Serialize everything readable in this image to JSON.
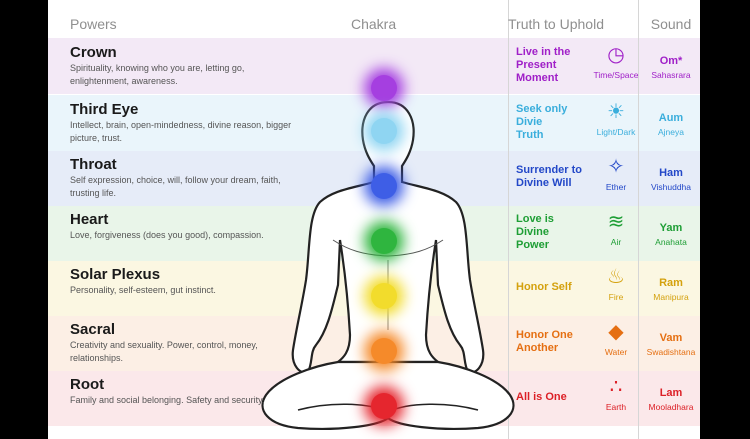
{
  "headers": {
    "powers": "Powers",
    "chakra": "Chakra",
    "truth": "Truth to Uphold",
    "sound": "Sound"
  },
  "chakras": [
    {
      "name": "Crown",
      "description": "Spirituality, knowing who you are, letting go, enlightenment, awareness.",
      "truth_lines": [
        "Live in the",
        "Present",
        "Moment"
      ],
      "element": "Time/Space",
      "icon": "clock-moon-icon",
      "sound": "Om*",
      "sanskrit": "Sahasrara",
      "color": "#a53fe0",
      "text_color": "#a020c8",
      "band": "#f3e9f6"
    },
    {
      "name": "Third Eye",
      "description": "Intellect, brain, open-mindedness, divine reason, bigger picture, trust.",
      "truth_lines": [
        "Seek only",
        "Divie",
        "Truth"
      ],
      "element": "Light/Dark",
      "icon": "sun-icon",
      "sound": "Aum",
      "sanskrit": "Ajneya",
      "color": "#8fd5f2",
      "text_color": "#3aaedc",
      "band": "#eaf5fb"
    },
    {
      "name": "Throat",
      "description": "Self expression, choice, will, follow your dream, faith, trusting life.",
      "truth_lines": [
        "Surrender to",
        "Divine Will"
      ],
      "element": "Ether",
      "icon": "ether-figure-icon",
      "sound": "Ham",
      "sanskrit": "Vishuddha",
      "color": "#3e5ee6",
      "text_color": "#2348c8",
      "band": "#e6ecf8"
    },
    {
      "name": "Heart",
      "description": "Love, forgiveness (does you good), compassion.",
      "truth_lines": [
        "Love is",
        "Divine",
        "Power"
      ],
      "element": "Air",
      "icon": "wind-icon",
      "sound": "Yam",
      "sanskrit": "Anahata",
      "color": "#2fb53f",
      "text_color": "#1e9e35",
      "band": "#e9f5e9"
    },
    {
      "name": "Solar Plexus",
      "description": "Personality, self-esteem, gut instinct.",
      "truth_lines": [
        "Honor Self"
      ],
      "element": "Fire",
      "icon": "flame-icon",
      "sound": "Ram",
      "sanskrit": "Manipura",
      "color": "#f2dc2c",
      "text_color": "#d4a10d",
      "band": "#fbf7e2"
    },
    {
      "name": "Sacral",
      "description": "Creativity and sexuality. Power, control, money, relationships.",
      "truth_lines": [
        "Honor One",
        "Another"
      ],
      "element": "Water",
      "icon": "water-drops-icon",
      "sound": "Vam",
      "sanskrit": "Swadishtana",
      "color": "#f58a2a",
      "text_color": "#e56f12",
      "band": "#fcefe5"
    },
    {
      "name": "Root",
      "description": "Family and social belonging. Safety and security.",
      "truth_lines": [
        "All is One"
      ],
      "element": "Earth",
      "icon": "earth-dots-icon",
      "sound": "Lam",
      "sanskrit": "Mooladhara",
      "color": "#e5262e",
      "text_color": "#dc1f26",
      "band": "#fbe8ea"
    }
  ]
}
